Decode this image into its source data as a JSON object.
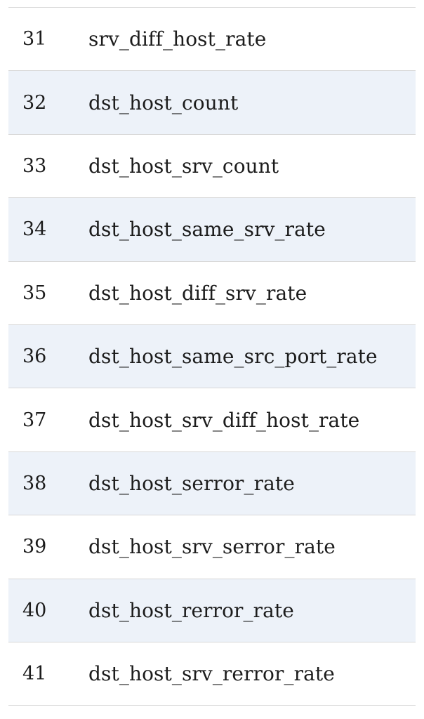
{
  "rows": [
    {
      "num": "31",
      "name": "srv_diff_host_rate"
    },
    {
      "num": "32",
      "name": "dst_host_count"
    },
    {
      "num": "33",
      "name": "dst_host_srv_count"
    },
    {
      "num": "34",
      "name": "dst_host_same_srv_rate"
    },
    {
      "num": "35",
      "name": "dst_host_diff_srv_rate"
    },
    {
      "num": "36",
      "name": "dst_host_same_src_port_rate"
    },
    {
      "num": "37",
      "name": "dst_host_srv_diff_host_rate"
    },
    {
      "num": "38",
      "name": "dst_host_serror_rate"
    },
    {
      "num": "39",
      "name": "dst_host_srv_serror_rate"
    },
    {
      "num": "40",
      "name": "dst_host_rerror_rate"
    },
    {
      "num": "41",
      "name": "dst_host_srv_rerror_rate"
    }
  ]
}
